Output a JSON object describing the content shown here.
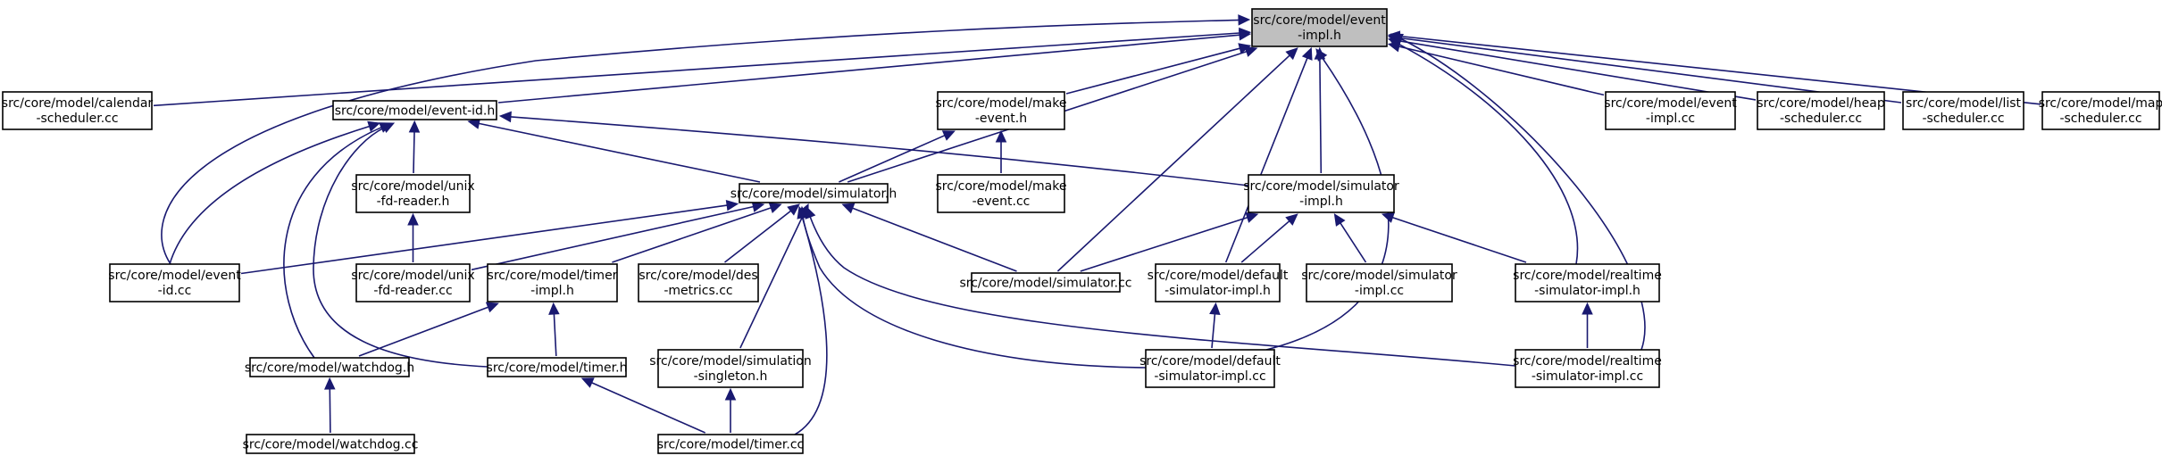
{
  "diagram": {
    "nodes": [
      {
        "id": "event_impl_h",
        "lines": [
          "src/core/model/event",
          "-impl.h"
        ],
        "root": true
      },
      {
        "id": "calendar_cc",
        "lines": [
          "src/core/model/calendar",
          "-scheduler.cc"
        ]
      },
      {
        "id": "event_id_h",
        "lines": [
          "src/core/model/event-id.h"
        ]
      },
      {
        "id": "make_event_h",
        "lines": [
          "src/core/model/make",
          "-event.h"
        ]
      },
      {
        "id": "event_impl_cc",
        "lines": [
          "src/core/model/event",
          "-impl.cc"
        ]
      },
      {
        "id": "heap_cc",
        "lines": [
          "src/core/model/heap",
          "-scheduler.cc"
        ]
      },
      {
        "id": "list_cc",
        "lines": [
          "src/core/model/list",
          "-scheduler.cc"
        ]
      },
      {
        "id": "map_cc",
        "lines": [
          "src/core/model/map",
          "-scheduler.cc"
        ]
      },
      {
        "id": "unix_h",
        "lines": [
          "src/core/model/unix",
          "-fd-reader.h"
        ]
      },
      {
        "id": "simulator_h",
        "lines": [
          "src/core/model/simulator.h"
        ]
      },
      {
        "id": "make_event_cc",
        "lines": [
          "src/core/model/make",
          "-event.cc"
        ]
      },
      {
        "id": "sim_impl_h",
        "lines": [
          "src/core/model/simulator",
          "-impl.h"
        ]
      },
      {
        "id": "event_id_cc",
        "lines": [
          "src/core/model/event",
          "-id.cc"
        ]
      },
      {
        "id": "unix_cc",
        "lines": [
          "src/core/model/unix",
          "-fd-reader.cc"
        ]
      },
      {
        "id": "timer_impl_h",
        "lines": [
          "src/core/model/timer",
          "-impl.h"
        ]
      },
      {
        "id": "des_cc",
        "lines": [
          "src/core/model/des",
          "-metrics.cc"
        ]
      },
      {
        "id": "simulator_cc",
        "lines": [
          "src/core/model/simulator.cc"
        ]
      },
      {
        "id": "def_sim_h",
        "lines": [
          "src/core/model/default",
          "-simulator-impl.h"
        ]
      },
      {
        "id": "sim_impl_cc",
        "lines": [
          "src/core/model/simulator",
          "-impl.cc"
        ]
      },
      {
        "id": "rt_h",
        "lines": [
          "src/core/model/realtime",
          "-simulator-impl.h"
        ]
      },
      {
        "id": "watchdog_h",
        "lines": [
          "src/core/model/watchdog.h"
        ]
      },
      {
        "id": "timer_h",
        "lines": [
          "src/core/model/timer.h"
        ]
      },
      {
        "id": "singleton_h",
        "lines": [
          "src/core/model/simulation",
          "-singleton.h"
        ]
      },
      {
        "id": "def_sim_cc",
        "lines": [
          "src/core/model/default",
          "-simulator-impl.cc"
        ]
      },
      {
        "id": "rt_cc",
        "lines": [
          "src/core/model/realtime",
          "-simulator-impl.cc"
        ]
      },
      {
        "id": "watchdog_cc",
        "lines": [
          "src/core/model/watchdog.cc"
        ]
      },
      {
        "id": "timer_cc",
        "lines": [
          "src/core/model/timer.cc"
        ]
      }
    ],
    "edges": [
      [
        "calendar_cc",
        "event_impl_h"
      ],
      [
        "event_id_h",
        "event_impl_h"
      ],
      [
        "make_event_h",
        "event_impl_h"
      ],
      [
        "event_impl_cc",
        "event_impl_h"
      ],
      [
        "heap_cc",
        "event_impl_h"
      ],
      [
        "list_cc",
        "event_impl_h"
      ],
      [
        "map_cc",
        "event_impl_h"
      ],
      [
        "event_id_cc",
        "event_impl_h"
      ],
      [
        "simulator_h",
        "event_impl_h"
      ],
      [
        "sim_impl_h",
        "event_impl_h"
      ],
      [
        "simulator_cc",
        "event_impl_h"
      ],
      [
        "def_sim_h",
        "event_impl_h"
      ],
      [
        "def_sim_cc",
        "event_impl_h"
      ],
      [
        "rt_h",
        "event_impl_h"
      ],
      [
        "rt_cc",
        "event_impl_h"
      ],
      [
        "unix_h",
        "event_id_h"
      ],
      [
        "simulator_h",
        "event_id_h"
      ],
      [
        "sim_impl_h",
        "event_id_h"
      ],
      [
        "event_id_cc",
        "event_id_h"
      ],
      [
        "watchdog_h",
        "event_id_h"
      ],
      [
        "timer_h",
        "event_id_h"
      ],
      [
        "simulator_h",
        "make_event_h"
      ],
      [
        "make_event_cc",
        "make_event_h"
      ],
      [
        "unix_cc",
        "unix_h"
      ],
      [
        "event_id_cc",
        "simulator_h"
      ],
      [
        "unix_cc",
        "simulator_h"
      ],
      [
        "timer_impl_h",
        "simulator_h"
      ],
      [
        "des_cc",
        "simulator_h"
      ],
      [
        "simulator_cc",
        "simulator_h"
      ],
      [
        "singleton_h",
        "simulator_h"
      ],
      [
        "def_sim_cc",
        "simulator_h"
      ],
      [
        "rt_cc",
        "simulator_h"
      ],
      [
        "timer_cc",
        "simulator_h"
      ],
      [
        "simulator_cc",
        "sim_impl_h"
      ],
      [
        "def_sim_h",
        "sim_impl_h"
      ],
      [
        "sim_impl_cc",
        "sim_impl_h"
      ],
      [
        "rt_h",
        "sim_impl_h"
      ],
      [
        "watchdog_h",
        "timer_impl_h"
      ],
      [
        "timer_h",
        "timer_impl_h"
      ],
      [
        "def_sim_cc",
        "def_sim_h"
      ],
      [
        "rt_cc",
        "rt_h"
      ],
      [
        "watchdog_cc",
        "watchdog_h"
      ],
      [
        "timer_cc",
        "timer_h"
      ],
      [
        "timer_cc",
        "singleton_h"
      ]
    ]
  }
}
